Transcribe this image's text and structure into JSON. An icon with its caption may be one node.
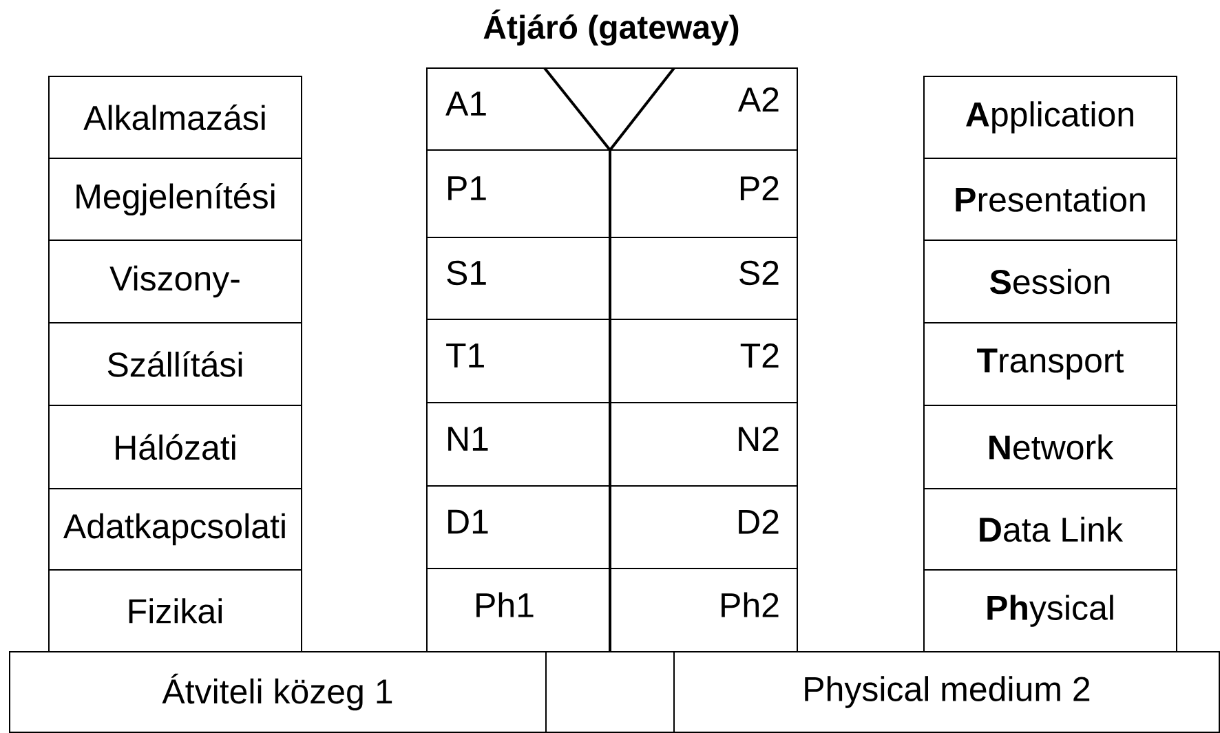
{
  "diagram": {
    "title": "Átjáró (gateway)",
    "nodes": [
      {
        "text": [
          "Alkalmazási"
        ]
      },
      {
        "text": [
          "Megjelenítési"
        ]
      },
      {
        "text": [
          "Viszony-"
        ]
      },
      {
        "text": [
          "Szállítási"
        ]
      },
      {
        "text": [
          "Hálózati"
        ]
      },
      {
        "text": [
          "Adatkapcsolati"
        ]
      },
      {
        "text": [
          "Fizikai"
        ]
      },
      {
        "text": [
          "A1",
          "A2"
        ]
      },
      {
        "text": [
          "P1",
          "P2"
        ]
      },
      {
        "text": [
          "S1",
          "S2"
        ]
      },
      {
        "text": [
          "T1",
          "T2"
        ]
      },
      {
        "text": [
          "N1",
          "N2"
        ]
      },
      {
        "text": [
          "D1",
          "D2"
        ]
      },
      {
        "text": [
          "Ph1",
          "Ph2"
        ]
      },
      {
        "text": [
          "**A**pplication"
        ]
      },
      {
        "text": [
          "**P**resentation"
        ]
      },
      {
        "text": [
          "**S**ession"
        ]
      },
      {
        "text": [
          "**T**ransport"
        ]
      },
      {
        "text": [
          "**N**etwork"
        ]
      },
      {
        "text": [
          "**D**ata Link"
        ]
      },
      {
        "text": [
          "**Ph**ysical"
        ]
      },
      {
        "text": [
          "Átviteli közeg 1"
        ]
      },
      {
        "text": [],
        "shape": "box"
      },
      {
        "text": [
          "Physical medium 2"
        ]
      }
    ],
    "edges": []
  }
}
